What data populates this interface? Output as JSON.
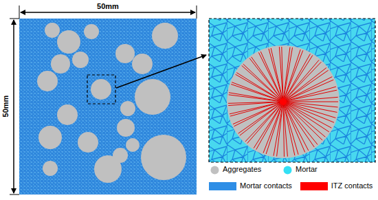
{
  "diagram": {
    "labels": [
      "50mm",
      "50mm"
    ],
    "legend": [
      {
        "text": "Aggregates",
        "color": "#c0c0c0"
      },
      {
        "text": "Mortar",
        "color": "#33e0f5"
      },
      {
        "text": "Mortar contacts",
        "color": "#2e8ee6"
      },
      {
        "text": "ITZ contacts",
        "color": "#ff0000"
      }
    ]
  }
}
